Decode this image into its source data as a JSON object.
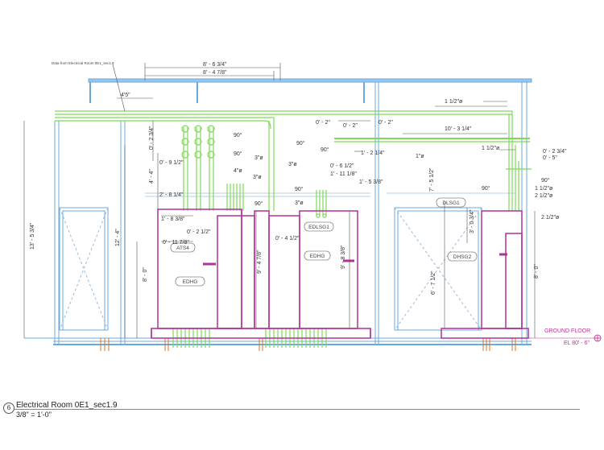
{
  "view": {
    "number": "6",
    "title": "Electrical Room 0E1_sec1.9",
    "scale": "3/8\" = 1'-0\""
  },
  "level": {
    "name": "GROUND FLOOR",
    "elevation": "EL 80' - 6\""
  },
  "callout": "Data from Electrical Room 0E1_sec1.9",
  "dims": {
    "top1": "8' - 6 3/4\"",
    "top2": "8' - 4 7/8\"",
    "d45": "4'5\"",
    "d1_1_2": "1 1/2\"ø",
    "d0_2": "0' - 2\"",
    "d0_2b": "0' - 2\"",
    "d0_2c": "0' - 2\"",
    "d10_3_1_4": "10' - 3 1/4\"",
    "d1_1_2b": "1 1/2\"ø",
    "d0_2_3_4": "0' - 2 3/4\"",
    "d0_5": "0' - 5\"",
    "d90a": "90°",
    "d90b": "90°",
    "d90c": "90°",
    "d90d": "90°",
    "d90e": "90°",
    "d90f": "90°",
    "d90g": "90°",
    "d90h": "90°",
    "d0_2_3_4b": "0' - 2 3/4\"",
    "d4_4": "4' - 4\"",
    "d0_9_1_2": "0' - 9 1/2\"",
    "d4e": "4\"ø",
    "d3e": "3\"ø",
    "d3eb": "3\"ø",
    "d3ec": "3\"ø",
    "d3ed": "3\"ø",
    "d1eb": "1\"ø",
    "d2_8_1_4": "2' - 8 1/4\"",
    "d1_2_1_4": "1' - 2 1/4\"",
    "d0_6_1_2": "0' - 6 1/2\"",
    "d1_11_1_8": "1' - 11 1/8\"",
    "d1_5_3_8": "1' - 5 3/8\"",
    "d7_5_1_2": "7' - 5 1/2\"",
    "d1_1_2c": "1 1/2\"ø",
    "d2_1_2": "2 1/2\"ø",
    "d2_1_2b": "2 1/2\"ø",
    "d13_5_3_4": "13' - 5 3/4\"",
    "d12_4": "12' - 4\"",
    "d1_8_3_8": "1' - 8 3/8\"",
    "d0_2_1_2": "0' - 2 1/2\"",
    "d0_11_7_8": "0' - 11 7/8\"",
    "d8_0": "8' - 0\"",
    "d9_4_7_8": "9' - 4 7/8\"",
    "d0_4_1_2": "0' - 4 1/2\"",
    "d9_8_3_8": "9' - 8 3/8\"",
    "d6_7_1_2": "6' - 7 1/2\"",
    "d3_0_3_4": "3' - 0 3/4\"",
    "d8_0b": "8' - 0\""
  },
  "equipment": {
    "ats4": "ATS4",
    "edhg": "EDHG",
    "edlsg1": "EDLSG1",
    "edhgb": "EDHG",
    "dlsg1": "DLSG1",
    "dhsg2": "DHSG2"
  },
  "colors": {
    "conduit": "#7ed957",
    "structure": "#6aa9e0",
    "equipment": "#b0329a",
    "dimension": "#555555",
    "level": "#c0308f",
    "orange": "#e07020"
  }
}
